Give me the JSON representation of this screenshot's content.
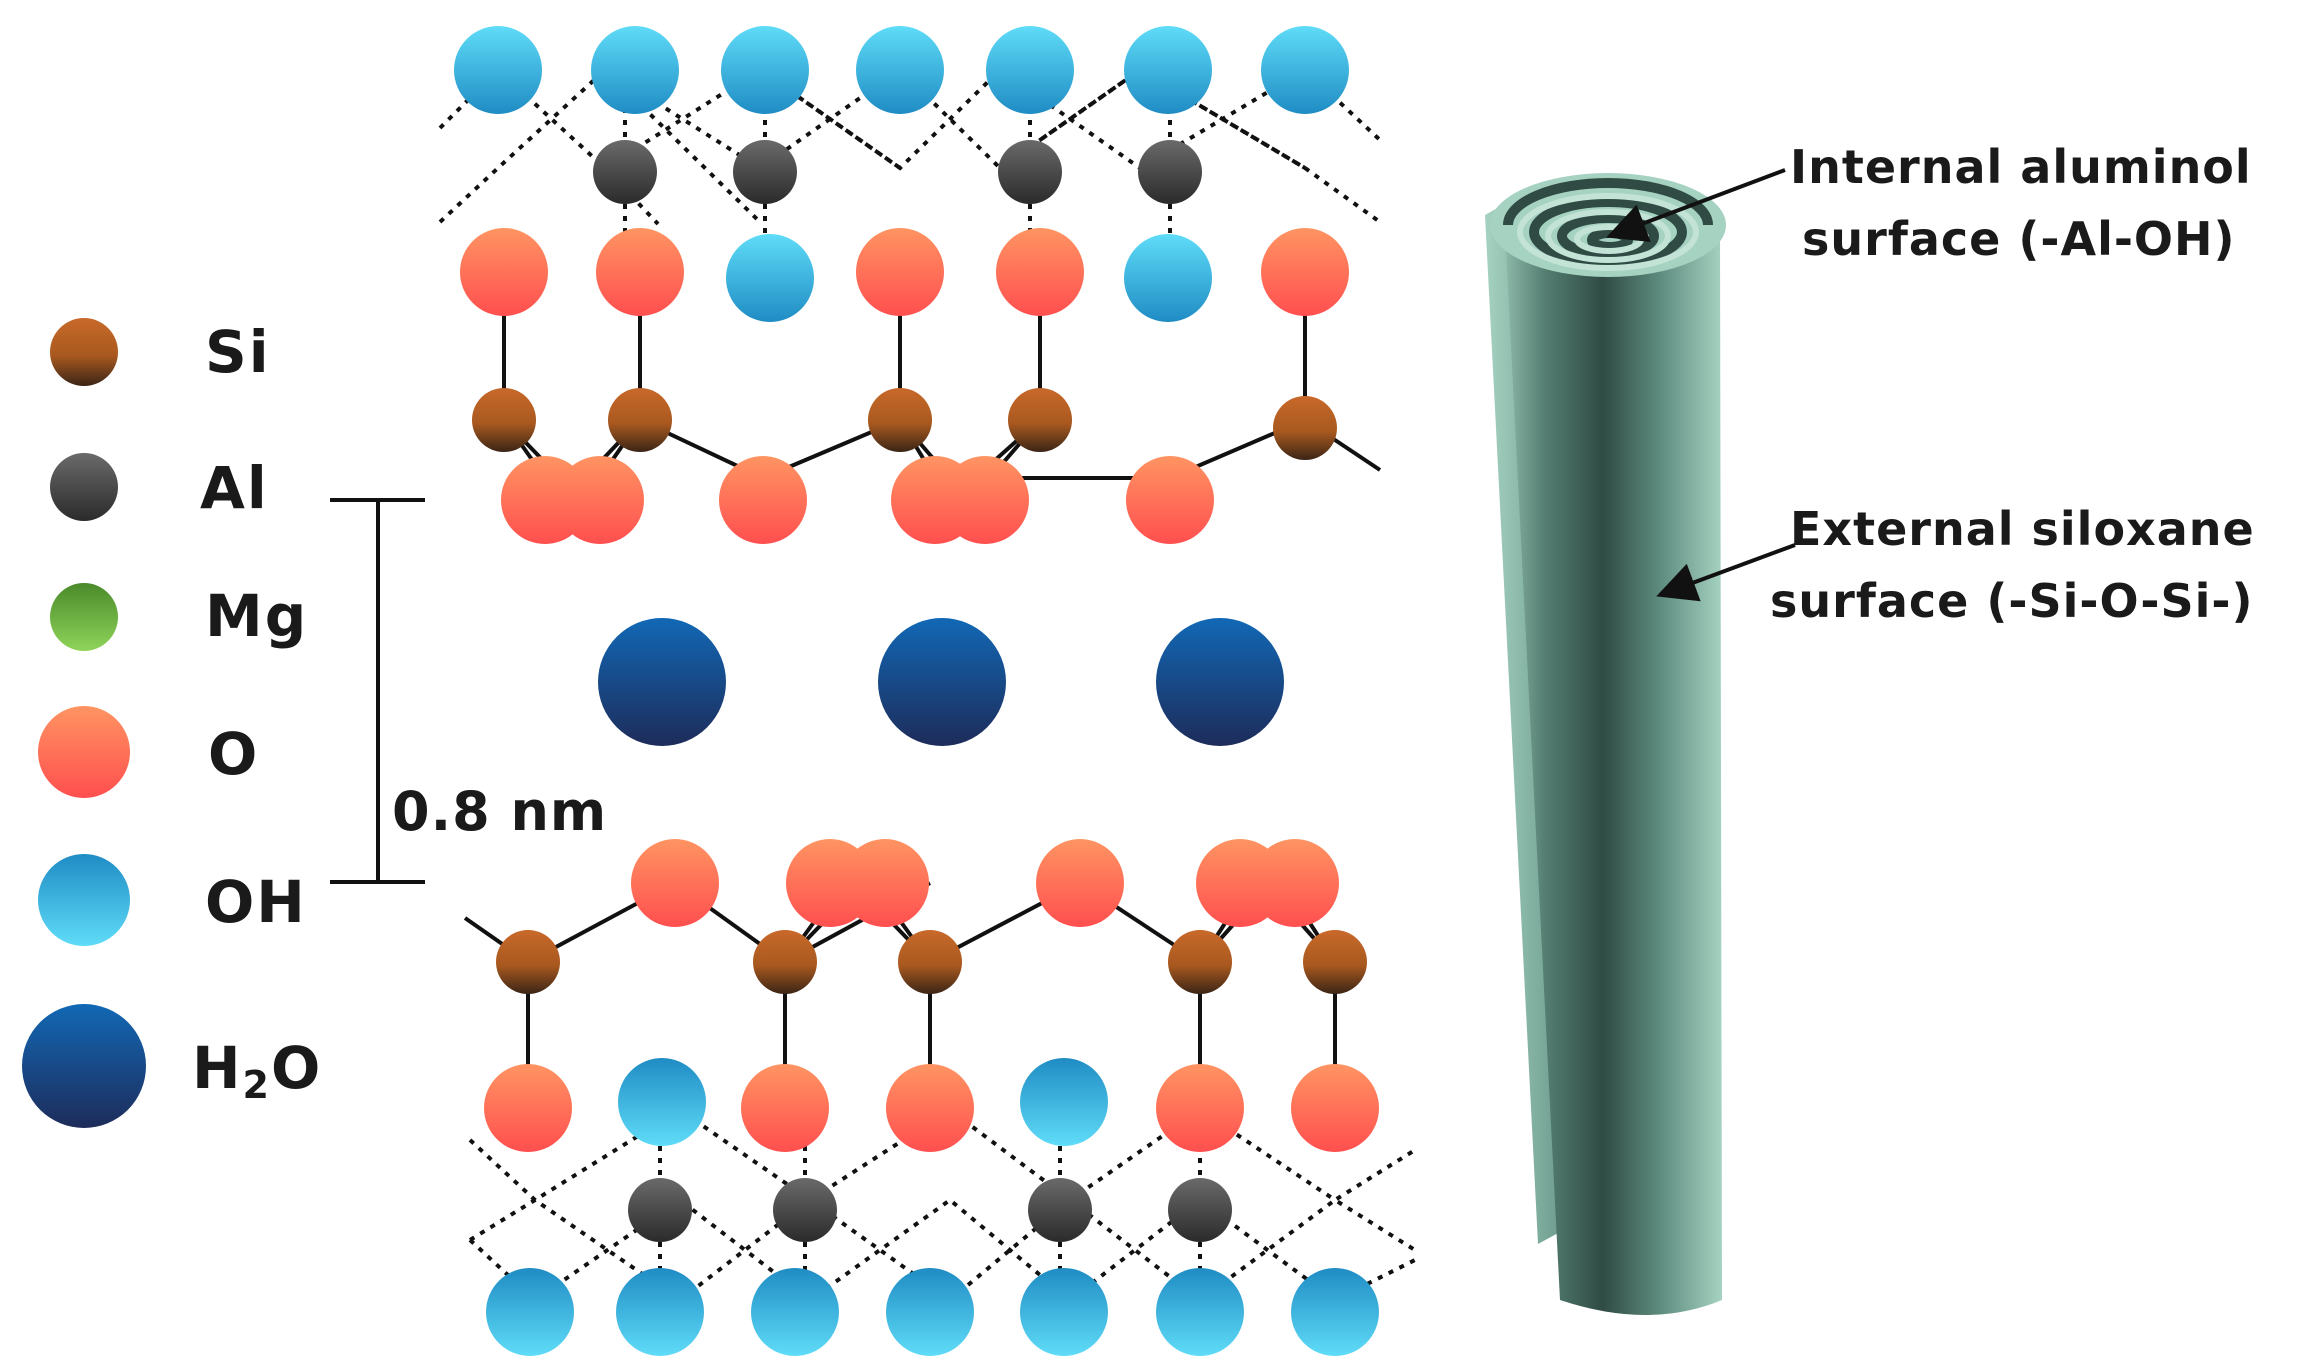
{
  "legend": [
    {
      "key": "si",
      "label": "Si",
      "color": "#c8692a"
    },
    {
      "key": "al",
      "label": "Al",
      "color": "#5a5a5a"
    },
    {
      "key": "mg",
      "label": "Mg",
      "color": "#6fb83a"
    },
    {
      "key": "o",
      "label": "O",
      "color": "#ff6e50"
    },
    {
      "key": "oh",
      "label": "OH",
      "color": "#3cc2ec"
    },
    {
      "key": "h2o",
      "label": "H",
      "label_sub": "2",
      "label_tail": "O",
      "color": "#134a96"
    }
  ],
  "interlayer": {
    "label": "0.8 nm"
  },
  "annotations": {
    "internal": {
      "line1": "Internal aluminol",
      "line2": "surface (-Al-OH)"
    },
    "external": {
      "line1": "External siloxane",
      "line2": "surface (-Si-O-Si-)"
    }
  },
  "colors": {
    "tube": "#5f8d80",
    "tube_light": "#9ecab9",
    "tube_dark": "#304c45",
    "bond": "#111111"
  }
}
